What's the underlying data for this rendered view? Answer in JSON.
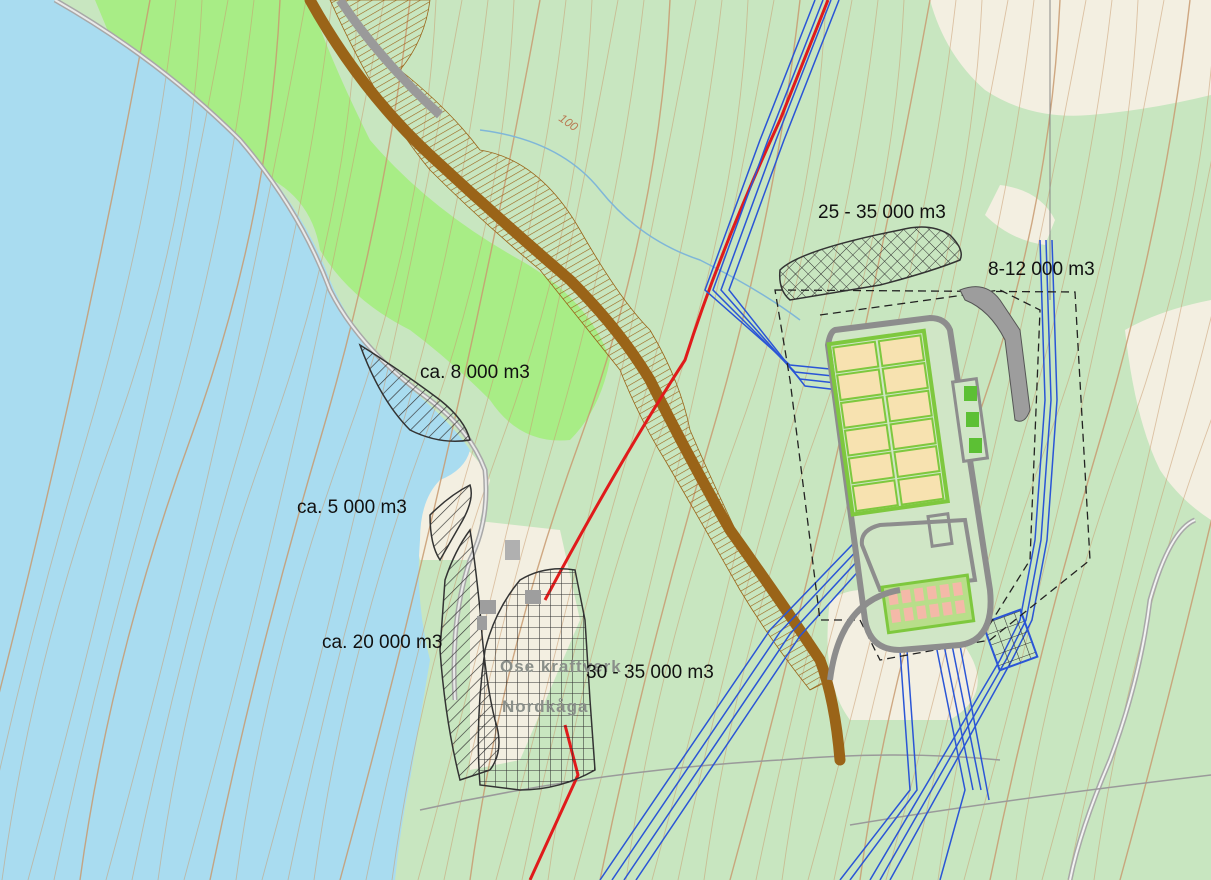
{
  "map": {
    "colors": {
      "water": "#a9dcf0",
      "forest": "#c8e6c0",
      "meadow": "#a8ed86",
      "open_land": "#f3efe1",
      "contour": "#c89a70",
      "road_brown": "#9a6418",
      "power_line": "#e01b1b",
      "cable_blue": "#2a55d6",
      "deposit_hatch": "#333333",
      "plant_yellow": "#f7e2b0",
      "plant_green": "#7ec83e",
      "road_grey": "#8d8d8d"
    },
    "volume_labels": [
      {
        "id": "northeast-deposit",
        "text": "25 - 35 000 m3"
      },
      {
        "id": "east-deposit",
        "text": "8-12 000 m3"
      },
      {
        "id": "meadow-deposit",
        "text": "ca. 8 000 m3"
      },
      {
        "id": "shore-deposit-small",
        "text": "ca. 5 000 m3"
      },
      {
        "id": "shore-deposit-large",
        "text": "ca. 20 000 m3"
      },
      {
        "id": "grid-deposit",
        "text": "30 - 35 000 m3"
      }
    ],
    "contour_label": "100",
    "place_labels": [
      "Ose kraftverk",
      "Nordkåga"
    ]
  }
}
